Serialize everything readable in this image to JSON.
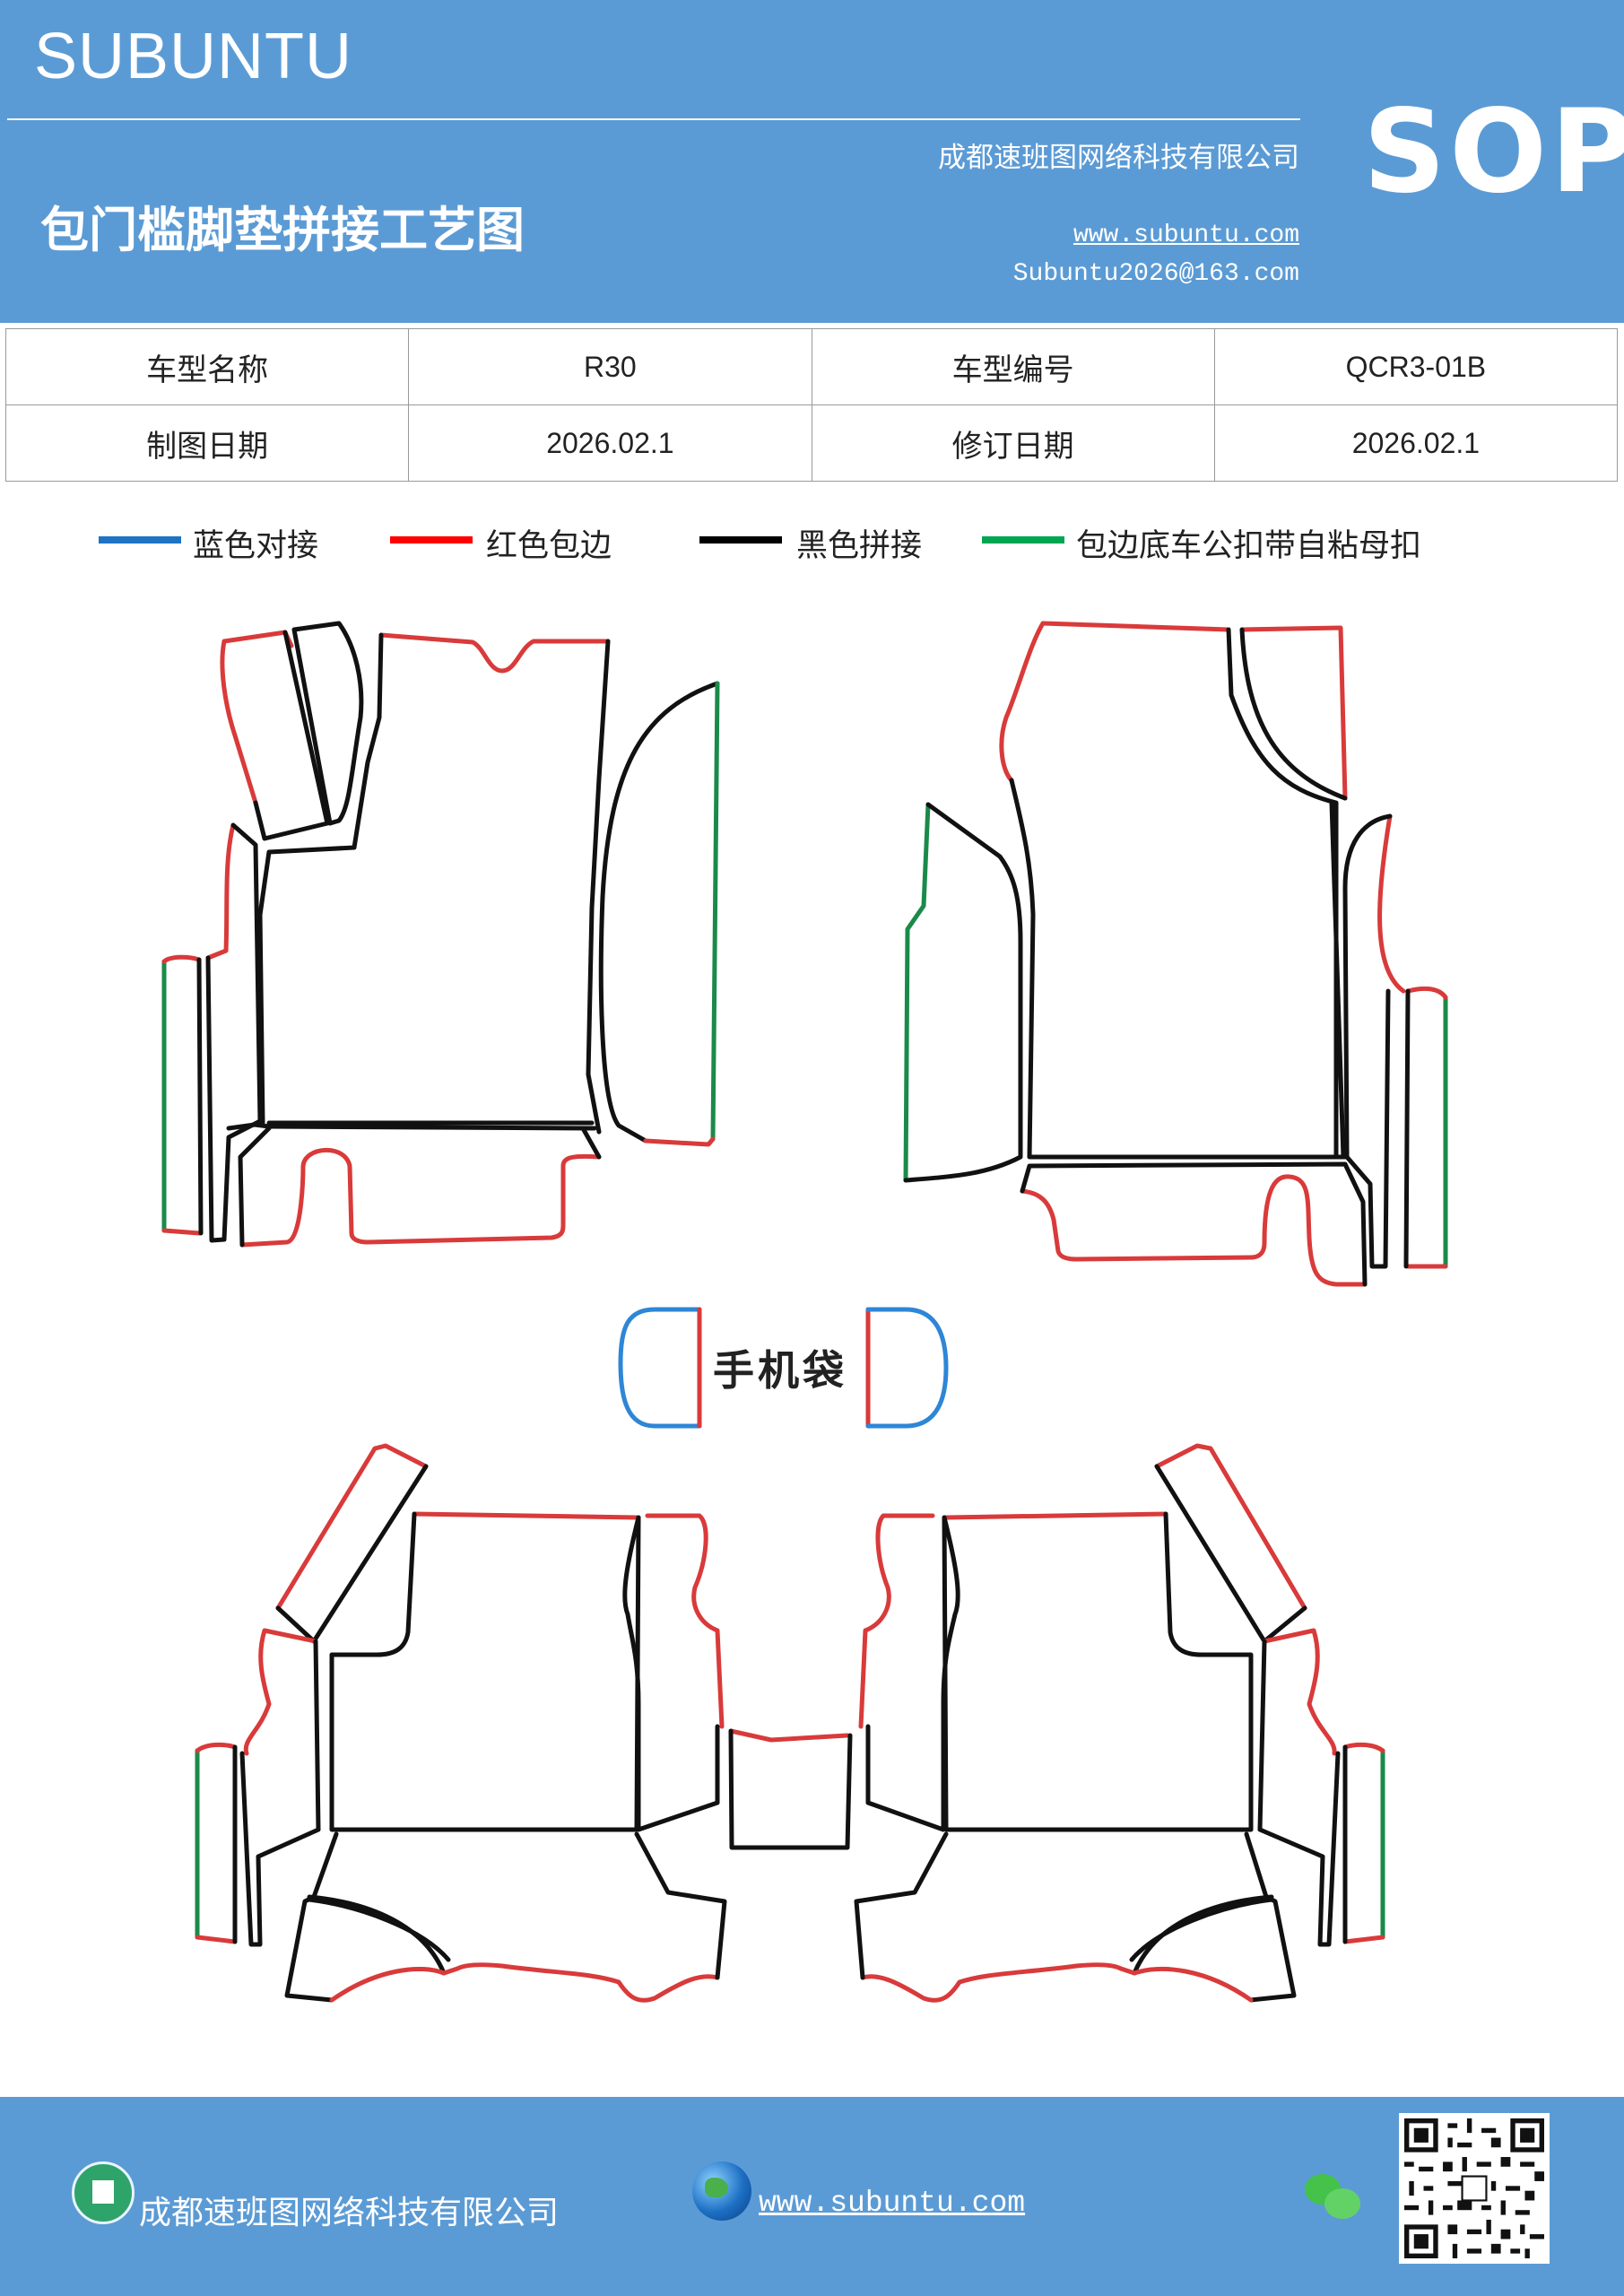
{
  "header": {
    "brand": "SUBUNTU",
    "company": "成都速班图网络科技有限公司",
    "title": "包门槛脚垫拼接工艺图",
    "website": "www.subuntu.com",
    "email": "Subuntu2026@163.com",
    "badge": "SOP",
    "bg_color": "#5b9bd5"
  },
  "info_table": {
    "rows": [
      [
        {
          "text": "车型名称",
          "kind": "label"
        },
        {
          "text": "R30",
          "kind": "value"
        },
        {
          "text": "车型编号",
          "kind": "label"
        },
        {
          "text": "QCR3-01B",
          "kind": "value"
        }
      ],
      [
        {
          "text": "制图日期",
          "kind": "label"
        },
        {
          "text": "2026.02.1",
          "kind": "value"
        },
        {
          "text": "修订日期",
          "kind": "label"
        },
        {
          "text": "2026.02.1",
          "kind": "value"
        }
      ]
    ]
  },
  "legend": [
    {
      "label": "蓝色对接",
      "color": "#1f73c5"
    },
    {
      "label": "红色包边",
      "color": "#ff0000"
    },
    {
      "label": "黑色拼接",
      "color": "#000000"
    },
    {
      "label": "包边底车公扣带自粘母扣",
      "color": "#00a651"
    }
  ],
  "diagram": {
    "pocket_label": "手机袋",
    "colors": {
      "edge": "#d93a3a",
      "seam": "#111111",
      "velcro": "#1a8a4a",
      "butt": "#2e86d6"
    }
  },
  "footer": {
    "company": "成都速班图网络科技有限公司",
    "website": "www.subuntu.com",
    "icons": [
      "building-icon",
      "globe-icon",
      "wechat-icon",
      "qr-code"
    ]
  }
}
